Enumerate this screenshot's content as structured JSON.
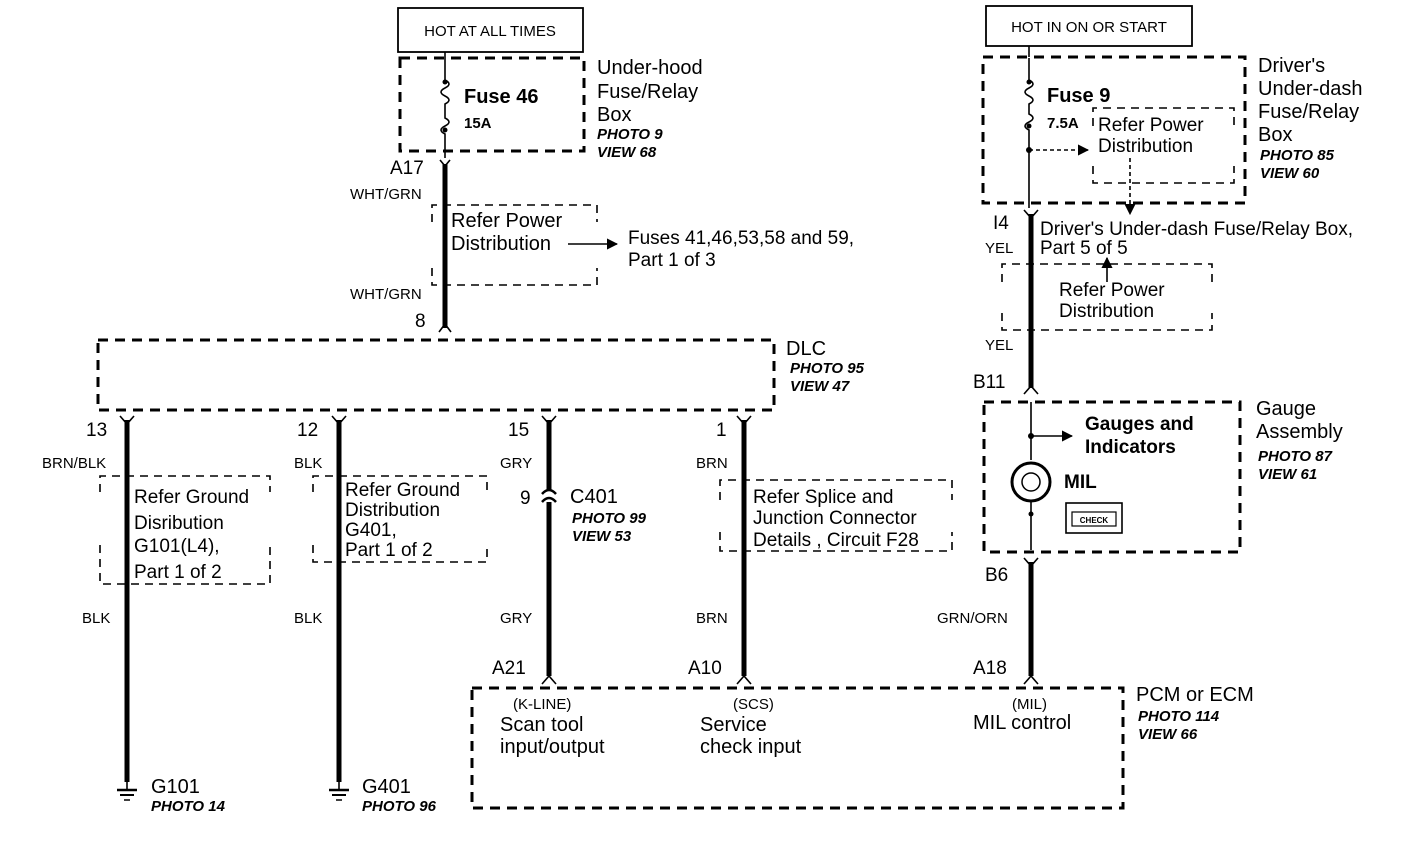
{
  "hot_boxes": {
    "left": "HOT AT ALL TIMES",
    "right": "HOT IN ON OR START"
  },
  "fuse46": {
    "name": "Fuse 46",
    "rating": "15A"
  },
  "underhood_box": {
    "line1": "Under-hood",
    "line2": "Fuse/Relay",
    "line3": "Box",
    "photo": "PHOTO 9",
    "view": "VIEW 68"
  },
  "fuse9": {
    "name": "Fuse 9",
    "rating": "7.5A"
  },
  "underdash_box": {
    "line1": "Driver's",
    "line2": "Under-dash",
    "line3": "Fuse/Relay",
    "line4": "Box",
    "photo": "PHOTO 85",
    "view": "VIEW 60"
  },
  "refer_power": {
    "line1": "Refer Power",
    "line2": "Distribution"
  },
  "fuses_ref": {
    "line1": "Fuses 41,46,53,58 and 59,",
    "line2": "Part 1 of 3"
  },
  "underdash_ref": {
    "line1": "Driver's Under-dash Fuse/Relay Box,",
    "line2": "Part 5 of 5"
  },
  "pins": {
    "a17": "A17",
    "p8": "8",
    "i4": "I4",
    "b11": "B11",
    "b6": "B6",
    "p13": "13",
    "p12": "12",
    "p15": "15",
    "p1": "1",
    "p9": "9",
    "a21": "A21",
    "a10": "A10",
    "a18": "A18"
  },
  "wires": {
    "wht_grn": "WHT/GRN",
    "yel": "YEL",
    "brn_blk": "BRN/BLK",
    "blk": "BLK",
    "gry": "GRY",
    "brn": "BRN",
    "grn_orn": "GRN/ORN"
  },
  "dlc": {
    "name": "DLC",
    "photo": "PHOTO 95",
    "view": "VIEW 47"
  },
  "ground_g101": {
    "line1": "Refer Ground",
    "line2": "Disribution",
    "line3": "G101(L4),",
    "line4": "Part 1 of 2"
  },
  "ground_g401": {
    "line1": "Refer Ground",
    "line2": "Distribution",
    "line3": "G401,",
    "line4": "Part 1 of 2"
  },
  "c401": {
    "name": "C401",
    "photo": "PHOTO 99",
    "view": "VIEW 53"
  },
  "splice": {
    "line1": "Refer Splice and",
    "line2": "Junction Connector",
    "line3": "Details , Circuit F28"
  },
  "gauge": {
    "line1": "Gauge",
    "line2": "Assembly",
    "photo": "PHOTO 87",
    "view": "VIEW 61",
    "indicators1": "Gauges and",
    "indicators2": "Indicators",
    "mil": "MIL",
    "check": "CHECK"
  },
  "pcm": {
    "name": "PCM or ECM",
    "photo": "PHOTO 114",
    "view": "VIEW 66",
    "kline_tag": "(K-LINE)",
    "kline1": "Scan tool",
    "kline2": "input/output",
    "scs_tag": "(SCS)",
    "scs1": "Service",
    "scs2": "check input",
    "mil_tag": "(MIL)",
    "mil1": "MIL control"
  },
  "grounds": {
    "g101": "G101",
    "g101_photo": "PHOTO 14",
    "g401": "G401",
    "g401_photo": "PHOTO 96"
  }
}
